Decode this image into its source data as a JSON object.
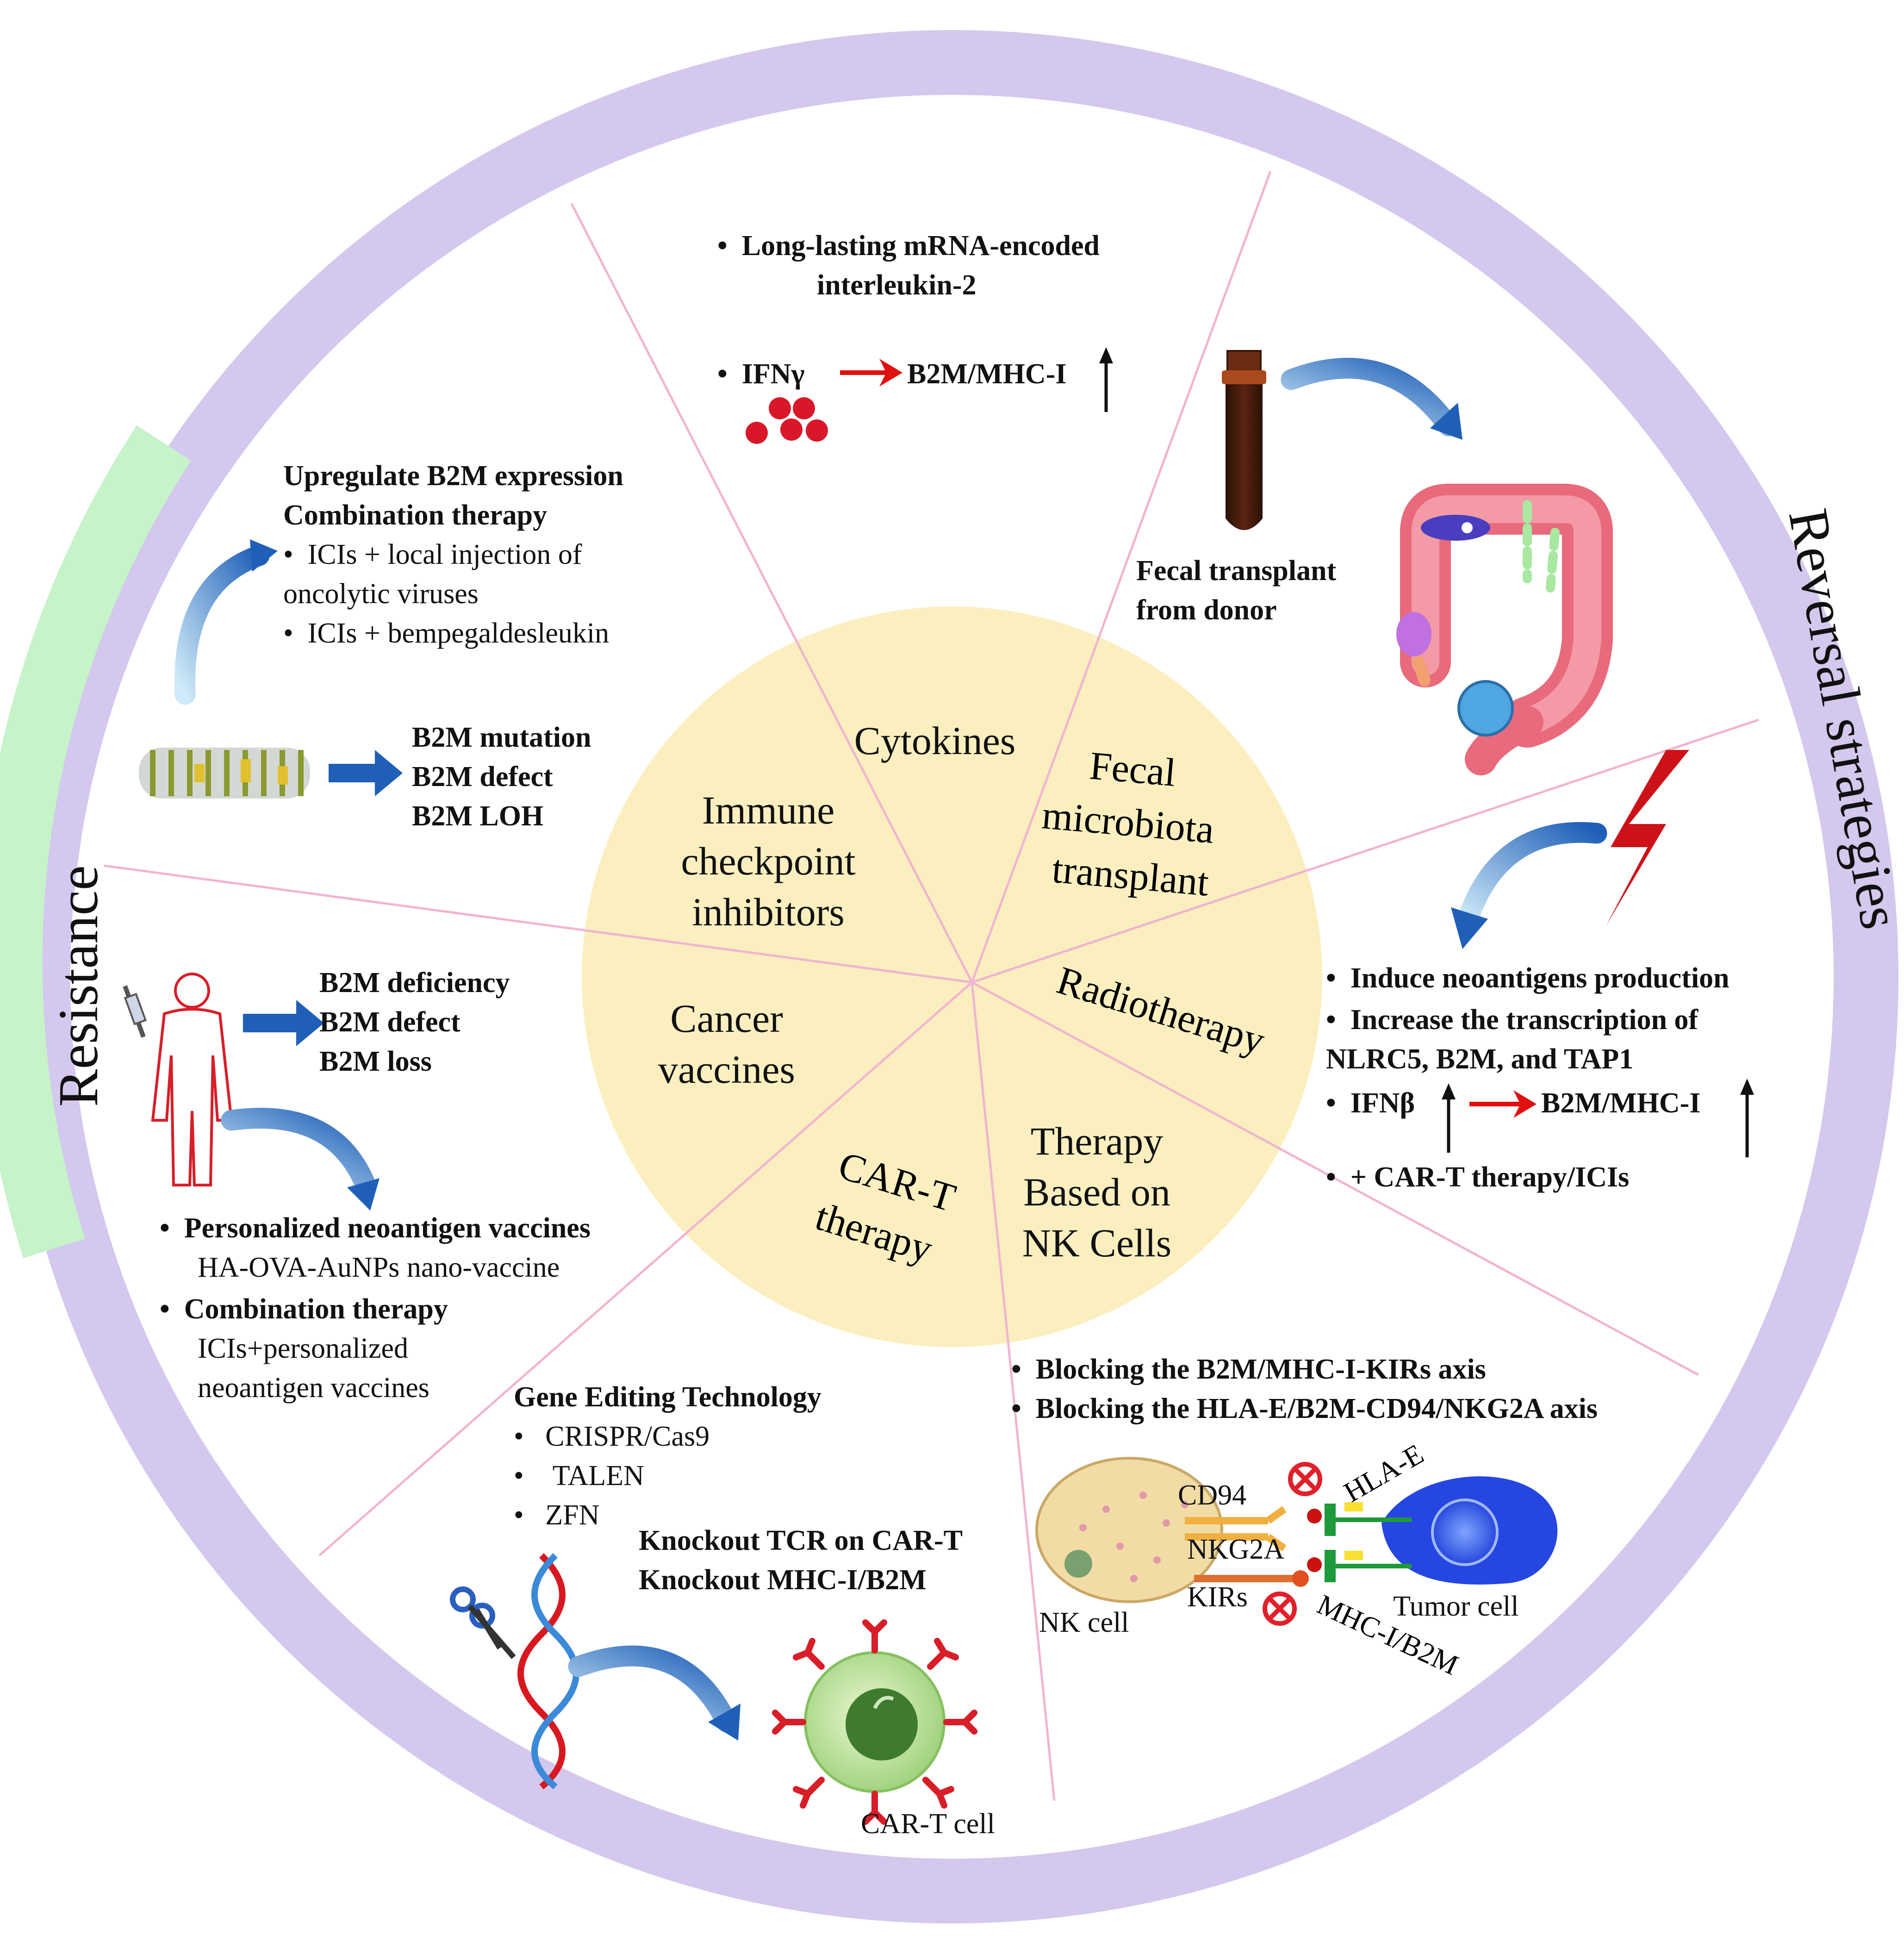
{
  "ring": {
    "resistance_label": "Resistance",
    "reversal_label": "Reversal strategies",
    "colors": {
      "ring": "#d4c8ee",
      "resistance_arc": "#c6f3c9",
      "center": "#fbefc0",
      "divider": "#f2b4d0"
    }
  },
  "center": {
    "cytokines": "Cytokines",
    "fecal": [
      "Fecal",
      "microbiota",
      "transplant"
    ],
    "radiotherapy": "Radiotherapy",
    "nk": [
      "Therapy",
      "Based on",
      "NK Cells"
    ],
    "cart": [
      "CAR-T",
      "therapy"
    ],
    "vaccines": [
      "Cancer",
      "vaccines"
    ],
    "ici": [
      "Immune",
      "checkpoint",
      "inhibitors"
    ]
  },
  "cytokines_panel": {
    "item1_line1": "Long-lasting mRNA-encoded",
    "item1_line2": "interleukin-2",
    "ifn": "IFNγ",
    "target": "B2M/MHC-I"
  },
  "fecal_panel": {
    "line1": "Fecal transplant",
    "line2": "from donor"
  },
  "radio_panel": {
    "item1": "Induce neoantigens production",
    "item2_line1": "Increase the transcription of",
    "item2_line2": "NLRC5, B2M, and TAP1",
    "ifn": "IFNβ",
    "target": "B2M/MHC-I",
    "item4": "+ CAR-T therapy/ICIs"
  },
  "nk_panel": {
    "item1": "Blocking the B2M/MHC-I-KIRs axis",
    "item2": "Blocking the HLA-E/B2M-CD94/NKG2A axis",
    "labels": {
      "cd94": "CD94",
      "nkg2a": "NKG2A",
      "kirs": "KIRs",
      "nk_cell": "NK cell",
      "hla_e": "HLA-E",
      "mhc": "MHC-I/B2M",
      "tumor": "Tumor cell"
    }
  },
  "cart_panel": {
    "title": "Gene Editing Technology",
    "items": [
      "CRISPR/Cas9",
      "TALEN",
      "ZFN"
    ],
    "ko1": "Knockout  TCR on CAR-T",
    "ko2": "Knockout MHC-I/B2M",
    "cell_label": "CAR-T cell"
  },
  "vaccine_panel": {
    "def1": "B2M deficiency",
    "def2": "B2M defect",
    "def3": "B2M loss",
    "item1_bold": "Personalized neoantigen vaccines",
    "item1_sub": "HA-OVA-AuNPs nano-vaccine",
    "item2_bold": "Combination therapy",
    "item2_sub1": "ICIs+personalized",
    "item2_sub2": "neoantigen vaccines"
  },
  "ici_panel": {
    "mut1": "B2M mutation",
    "mut2": "B2M defect",
    "mut3": "B2M LOH",
    "head1": "Upregulate B2M expression",
    "head2": "Combination therapy",
    "sub1_line1": "ICIs + local injection of",
    "sub1_line2": "oncolytic viruses",
    "sub2": "ICIs + bempegaldesleukin"
  }
}
